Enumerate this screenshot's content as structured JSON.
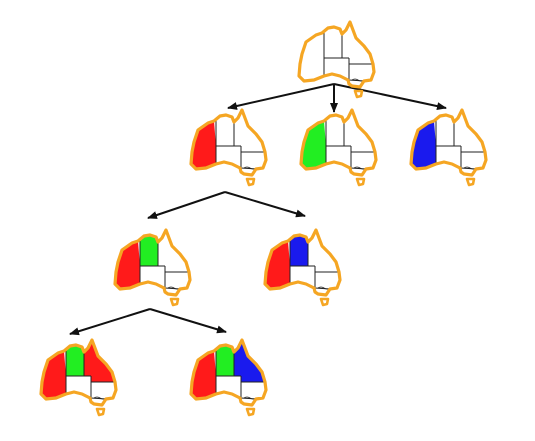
{
  "colors": {
    "outline": "#F5A623",
    "border": "#222222",
    "red": "#FF1A1A",
    "green": "#22EE22",
    "blue": "#1A1AEE",
    "uncolored": "#FFFFFF",
    "arrow": "#111111"
  },
  "regions": [
    "WA",
    "NT",
    "SA",
    "Q",
    "NSW",
    "V",
    "T"
  ],
  "nodes": [
    {
      "id": "root",
      "assignment": {}
    },
    {
      "id": "wa-red",
      "assignment": {
        "WA": "red"
      }
    },
    {
      "id": "wa-green",
      "assignment": {
        "WA": "green"
      }
    },
    {
      "id": "wa-blue",
      "assignment": {
        "WA": "blue"
      }
    },
    {
      "id": "wa-red-nt-green",
      "assignment": {
        "WA": "red",
        "NT": "green"
      }
    },
    {
      "id": "wa-red-nt-blue",
      "assignment": {
        "WA": "red",
        "NT": "blue"
      }
    },
    {
      "id": "wa-red-nt-green-q-red",
      "assignment": {
        "WA": "red",
        "NT": "green",
        "Q": "red"
      }
    },
    {
      "id": "wa-red-nt-green-q-blue",
      "assignment": {
        "WA": "red",
        "NT": "green",
        "Q": "blue"
      }
    }
  ],
  "edges": [
    [
      "root",
      "wa-red"
    ],
    [
      "root",
      "wa-green"
    ],
    [
      "root",
      "wa-blue"
    ],
    [
      "wa-red",
      "wa-red-nt-green"
    ],
    [
      "wa-red",
      "wa-red-nt-blue"
    ],
    [
      "wa-red-nt-green",
      "wa-red-nt-green-q-red"
    ],
    [
      "wa-red-nt-green",
      "wa-red-nt-green-q-blue"
    ]
  ]
}
